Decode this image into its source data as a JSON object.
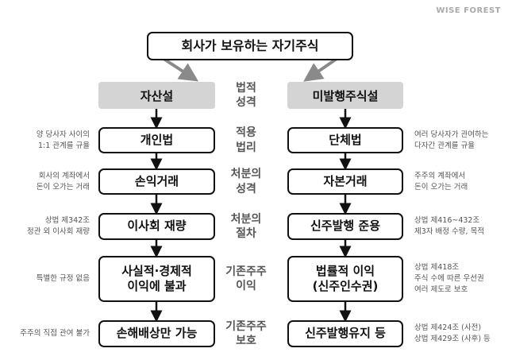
{
  "logo": "WISE FOREST",
  "title": "회사가 보유하는 자기주식",
  "theories": {
    "left": "자산설",
    "right": "미발행주식설"
  },
  "rows": [
    {
      "criterion": "법적 성격"
    },
    {
      "criterion": "적용 법리",
      "left": "개인법",
      "right": "단체법",
      "left_note": "양 당사자 사이의\n1:1 관계를 규율",
      "right_note": "여러 당사자가 관여하는\n다자간 관계를 규율"
    },
    {
      "criterion": "처분의 성격",
      "left": "손익거래",
      "right": "자본거래",
      "left_note": "회사의 계좌에서\n돈이 오가는 거래",
      "right_note": "주주의 계좌에서\n돈이 오가는 거래"
    },
    {
      "criterion": "처분의 절차",
      "left": "이사회 재량",
      "right": "신주발행 준용",
      "left_note": "상법 제342조\n정관 외 이사회 재량",
      "right_note": "상법 제416~432조\n제3자 배정 수량, 목적"
    },
    {
      "criterion": "기존주주 이익",
      "left": "사실적·경제적\n이익에 불과",
      "right": "법률적 이익\n(신주인수권)",
      "left_note": "특별한 규정 없음",
      "right_note": "상법 제418조\n주식 수에 따른 우선권\n여러 제도로 보호"
    },
    {
      "criterion": "기존주주 보호",
      "left": "손해배상만 가능",
      "right": "신주발행유지 등",
      "left_note": "주주의 직접 관여 불가",
      "right_note": "상법 제424조 (사전)\n상법 제429조 (사후) 등"
    }
  ]
}
